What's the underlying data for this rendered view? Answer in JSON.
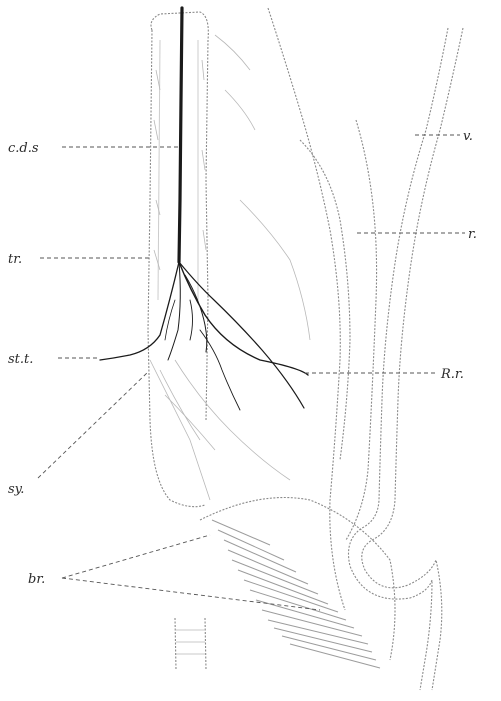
{
  "labels": {
    "cds": "c.d.s",
    "tr": "tr.",
    "stt": "st.t.",
    "sy": "sy.",
    "br": "br.",
    "v": "v.",
    "r": "r.",
    "rr": "R.r."
  }
}
